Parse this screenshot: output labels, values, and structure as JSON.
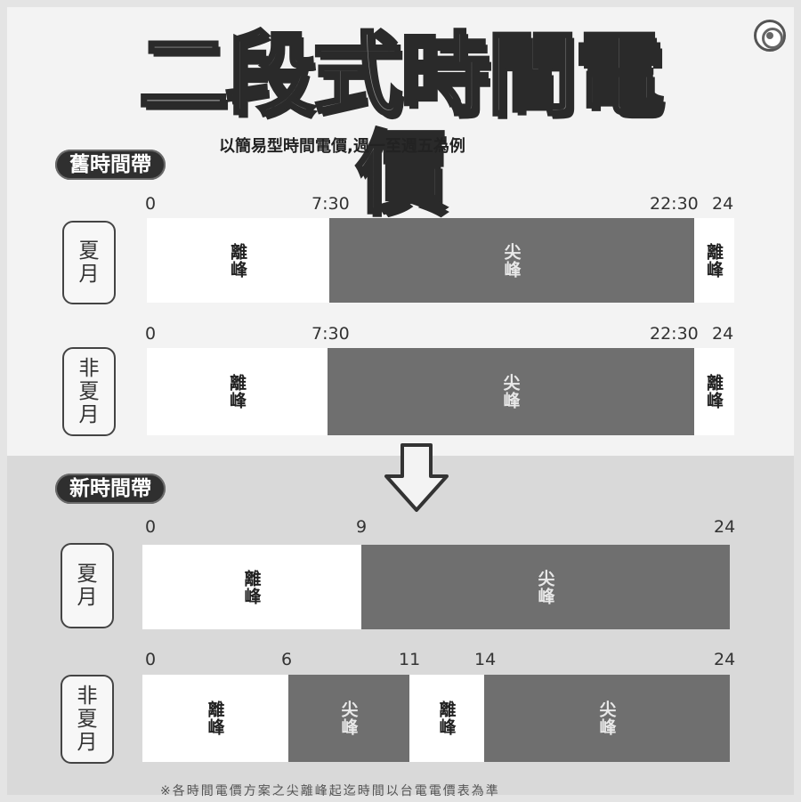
{
  "title": "二段式時間電價",
  "subtitle": "以簡易型時間電價,週一至週五為例",
  "footnote": "※各時間電價方案之尖離峰起迄時間以台電電價表為準",
  "labels": {
    "off_peak": "離峰",
    "peak": "尖峰"
  },
  "old_scheme": {
    "heading": "舊時間帶",
    "summer": {
      "season": [
        "夏",
        "月"
      ],
      "ticks": [
        "0",
        "7:30",
        "22:30",
        "24"
      ]
    },
    "non_summer": {
      "season": [
        "非",
        "夏",
        "月"
      ],
      "ticks": [
        "0",
        "7:30",
        "22:30",
        "24"
      ]
    }
  },
  "new_scheme": {
    "heading": "新時間帶",
    "summer": {
      "season": [
        "夏",
        "月"
      ],
      "ticks": [
        "0",
        "9",
        "24"
      ]
    },
    "non_summer": {
      "season": [
        "非",
        "夏",
        "月"
      ],
      "ticks": [
        "0",
        "6",
        "11",
        "14",
        "24"
      ]
    }
  },
  "colors": {
    "peak": "#6f6f6f",
    "off_peak": "#ffffff",
    "pill": "#2f2f2f"
  }
}
